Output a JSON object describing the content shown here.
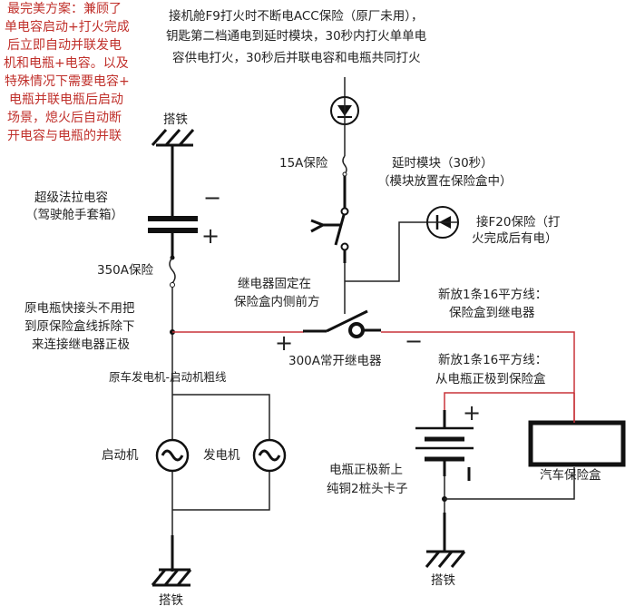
{
  "plan_note": [
    "最完美方案：兼顾了",
    "单电容启动+打火完成",
    "后立即自动并联发电",
    "机和电瓶+电容。以及",
    "特殊情况下需要电容+",
    "电瓶并联电瓶后启动",
    "场景，熄火后自动断",
    "开电容与电瓶的并联"
  ],
  "top_note": [
    "接机舱F9打火时不断电ACC保险（原厂未用），",
    "钥匙第二档通电到延时模块，30秒内打火单单电",
    "容供电打火，30秒后并联电容和电瓶共同打火"
  ],
  "labels": {
    "ground": "搭铁",
    "capacitor": [
      "超级法拉电容",
      "（驾驶舱手套箱）"
    ],
    "fuse_350": "350A保险",
    "fuse_15": "15A保险",
    "delay_module": [
      "延时模块（30秒）",
      "（模块放置在保险盒中）"
    ],
    "f20": [
      "接F20保险（打",
      "火完成后有电）"
    ],
    "relay_location": [
      "继电器固定在",
      "保险盒内侧前方"
    ],
    "new_wire_1": [
      "新放1条16平方线：",
      "保险盒到继电器"
    ],
    "relay": "300A常开继电器",
    "new_wire_2": [
      "新放1条16平方线：",
      "从电瓶正极到保险盒"
    ],
    "orig_connector": [
      "原电瓶快接头不用把",
      "到原保险盒线拆除下",
      "来连接继电器正极"
    ],
    "thick_wire": "原车发电机-启动机粗线",
    "starter": "启动机",
    "generator": "发电机",
    "battery_clamp": [
      "电瓶正极新上",
      "纯铜2桩头卡子"
    ],
    "fuse_box": "汽车保险盒",
    "plus": "+",
    "minus": "−"
  },
  "colors": {
    "note": "#c0302b",
    "new_wire": "#c8343a"
  }
}
